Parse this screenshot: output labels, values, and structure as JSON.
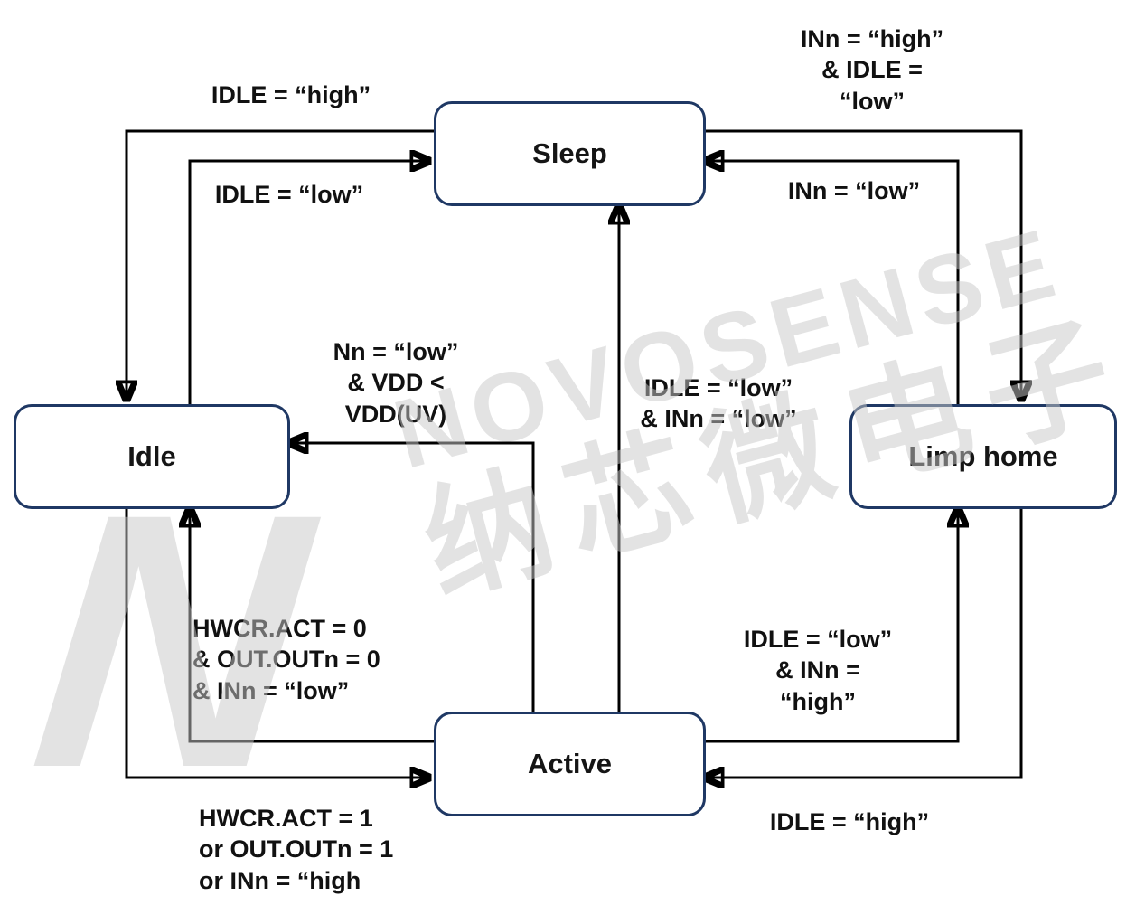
{
  "states": {
    "sleep": "Sleep",
    "idle": "Idle",
    "limp_home": "Limp home",
    "active": "Active"
  },
  "transitions": {
    "sleep_to_idle": "IDLE = “high”",
    "idle_to_sleep": "IDLE = “low”",
    "sleep_to_limp_home": "INn = “high”\n& IDLE =\n“low”",
    "limp_home_to_sleep": "INn = “low”",
    "active_to_sleep": "IDLE = “low”\n& INn = “low”",
    "active_to_idle_undervoltage": "Nn = “low”\n& VDD <\nVDD(UV)",
    "active_to_idle": "HWCR.ACT = 0\n& OUT.OUTn = 0\n& INn = “low”",
    "idle_to_active": "HWCR.ACT = 1\nor OUT.OUTn = 1\nor INn = “high",
    "active_to_limp_home": "IDLE = “low”\n& INn =\n“high”",
    "limp_home_to_active": "IDLE = “high”"
  },
  "watermark": {
    "logo_letter": "N",
    "brand": "NOVOSENSE",
    "brand_cn": "纳芯微电子"
  },
  "colors": {
    "state_border": "#1f3864",
    "arrow": "#000000",
    "watermark": "#c9c9c9"
  }
}
